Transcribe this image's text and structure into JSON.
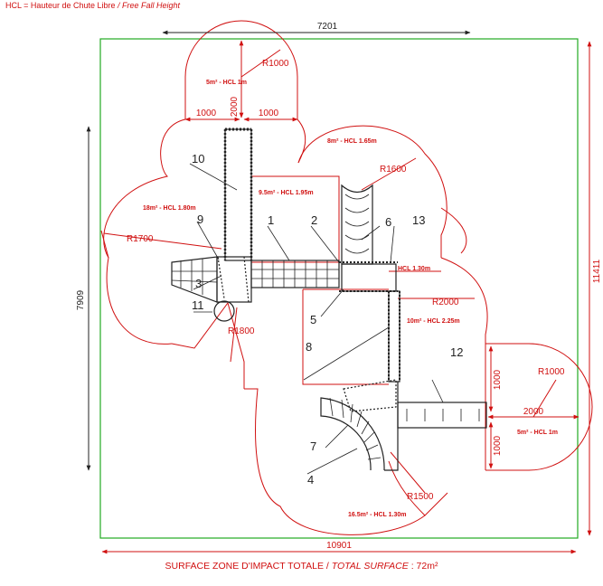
{
  "legend": {
    "hcl_label": "HCL = Hauteur de Chute Libre",
    "hcl_label_en": "/ Free Fall Height"
  },
  "overall": {
    "width": "7201",
    "total_width": "10901",
    "height_left": "7909",
    "height_right": "11411"
  },
  "zones": [
    {
      "label": "5m² - HCL 1m"
    },
    {
      "label": "8m² - HCL 1.65m"
    },
    {
      "label": "9.5m² - HCL 1.95m"
    },
    {
      "label": "18m² - HCL 1.80m"
    },
    {
      "label": "HCL 1.30m"
    },
    {
      "label": "10m² - HCL 2.25m"
    },
    {
      "label": "5m² - HCL 1m"
    },
    {
      "label": "16.5m² - HCL 1.30m"
    }
  ],
  "dimensions": {
    "r1000_top": "R1000",
    "d2000_top": "2000",
    "d1000_top_left": "1000",
    "d1000_top_right": "1000",
    "r1600": "R1600",
    "r1700": "R1700",
    "r1800": "R1800",
    "r2000": "R2000",
    "r1000_right": "R1000",
    "d2000_right": "2000",
    "d1000_right_top": "1000",
    "d1000_right_bottom": "1000",
    "r1500": "R1500"
  },
  "components": [
    "1",
    "2",
    "3",
    "4",
    "5",
    "6",
    "7",
    "8",
    "9",
    "10",
    "11",
    "12",
    "13"
  ],
  "footer": {
    "fr": "SURFACE ZONE D'IMPACT TOTALE /",
    "en": "TOTAL SURFACE",
    "value": ": 72m²"
  },
  "colors": {
    "zone": "#d01010",
    "frame": "#22aa22",
    "structure": "#222222"
  }
}
